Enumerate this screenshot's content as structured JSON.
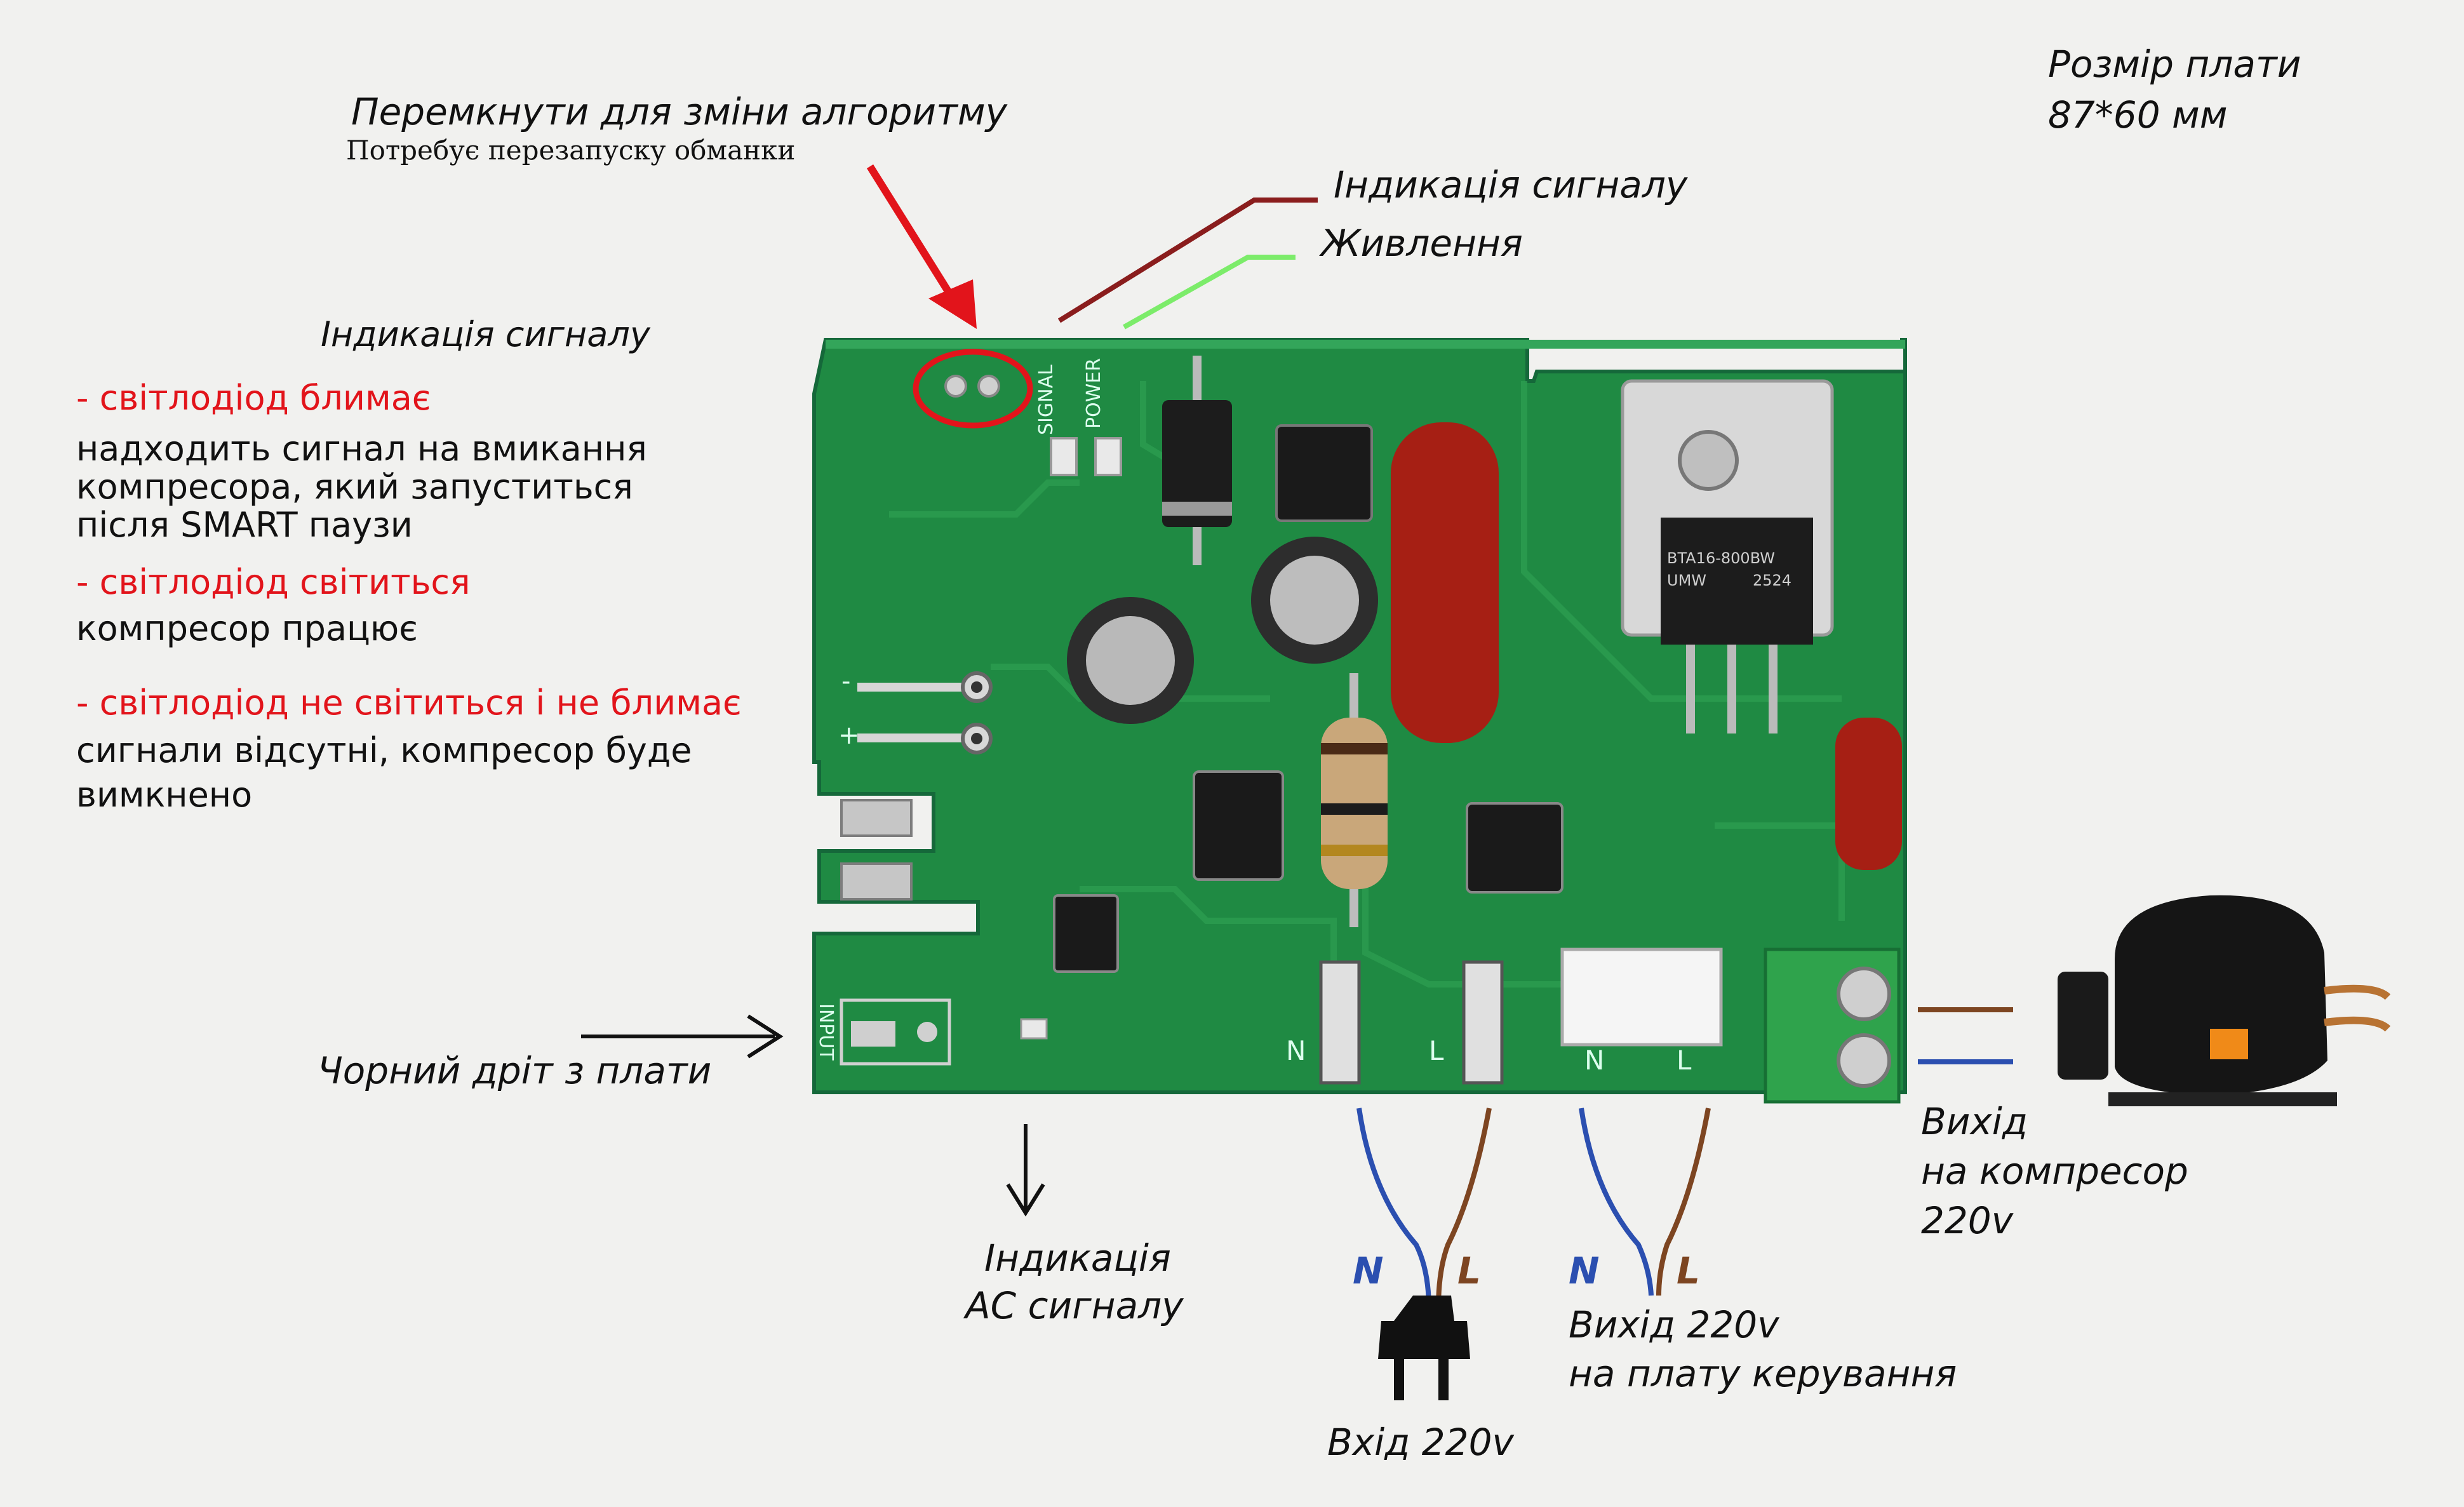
{
  "board_size": {
    "title": "Розмір плати",
    "value": "87*60 мм"
  },
  "jumper_note": {
    "title": "Перемкнути для зміни алгоритму",
    "subtitle": "Потребує перезапуску обманки"
  },
  "top_labels": {
    "signal_indication": "Індикація сигналу",
    "power": "Живлення"
  },
  "legend": {
    "title": "Індикація сигналу",
    "items": [
      {
        "state": "- світлодіод блимає",
        "lines": [
          "надходить сигнал на вмикання",
          "компресора, який запуститься",
          "після SMART паузи"
        ]
      },
      {
        "state": "- світлодіод світиться",
        "lines": [
          "компресор працює"
        ]
      },
      {
        "state": "- світлодіод не світиться і не блимає",
        "lines": [
          "сигнали відсутні, компресор буде",
          "вимкнено"
        ]
      }
    ]
  },
  "black_wire": "Чорний дріт з плати",
  "ac_indication": [
    "Індикація",
    "АС сигналу"
  ],
  "input_220": {
    "n": "N",
    "l": "L",
    "label": "Вхід 220v"
  },
  "output_control": {
    "n": "N",
    "l": "L",
    "lines": [
      "Вихід 220v",
      "на плату керування"
    ]
  },
  "output_compressor": [
    "Вихід",
    "на компресор",
    "220v"
  ],
  "silkscreen": {
    "signal": "SIGNAL",
    "power": "POWER",
    "input": "INPUT",
    "n1": "N",
    "l1": "L",
    "n2": "N",
    "l2": "L",
    "minus": "-",
    "plus": "+",
    "triac_code": "BTA16-800BW",
    "triac_code2": "UMW",
    "triac_code3": "2524"
  },
  "colors": {
    "pcb": "#1f8a43",
    "pcb_dark": "#167235",
    "red_annot": "#e2141b",
    "signal_line": "#8a1d1d",
    "power_line": "#7cec6a",
    "wire_blue": "#2b4fb0",
    "wire_brown": "#7d4521"
  }
}
